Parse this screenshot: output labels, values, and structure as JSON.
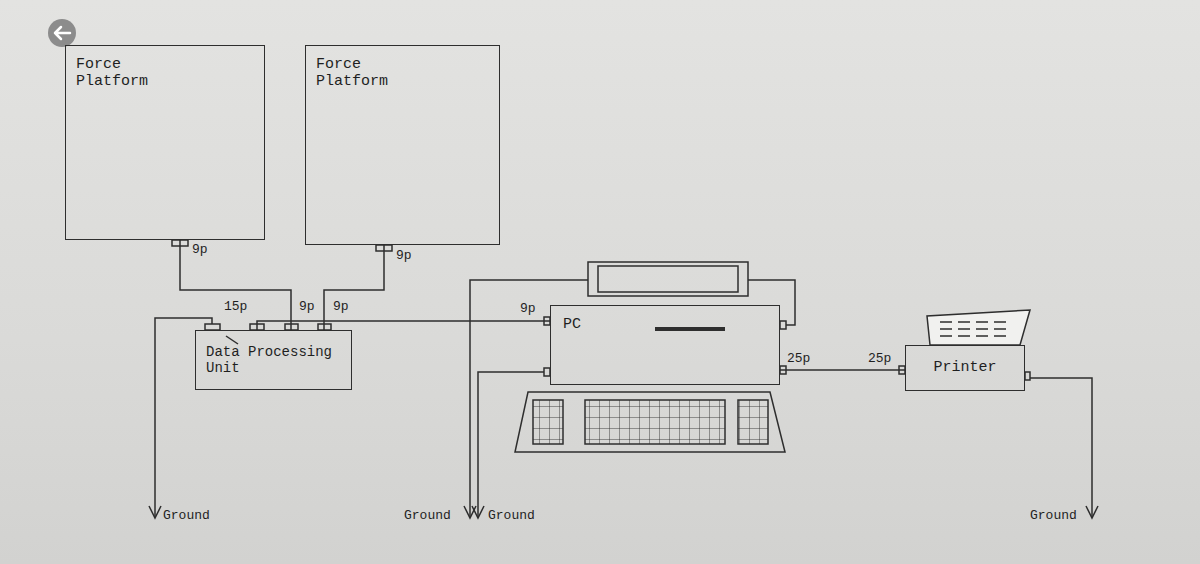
{
  "diagram": {
    "nodes": [
      {
        "text": [
          "Force Platform"
        ]
      },
      {
        "text": [
          "Force Platform"
        ]
      },
      {
        "text": [
          "Data Processing Unit"
        ]
      },
      {
        "text": [
          "PC"
        ]
      },
      {
        "text": [
          "Printer"
        ]
      }
    ],
    "edges": [
      {
        "from": 0,
        "to": 2,
        "arrow": "none"
      },
      {
        "from": 1,
        "to": 2,
        "arrow": "none"
      },
      {
        "from": 2,
        "to": 3,
        "arrow": "none"
      },
      {
        "from": 3,
        "to": 4,
        "arrow": "none"
      }
    ],
    "labels": [
      "9p",
      "9p",
      "15p",
      "9p",
      "9p",
      "9p",
      "25p",
      "25p",
      "Ground",
      "Ground",
      "Ground",
      "Ground"
    ]
  }
}
